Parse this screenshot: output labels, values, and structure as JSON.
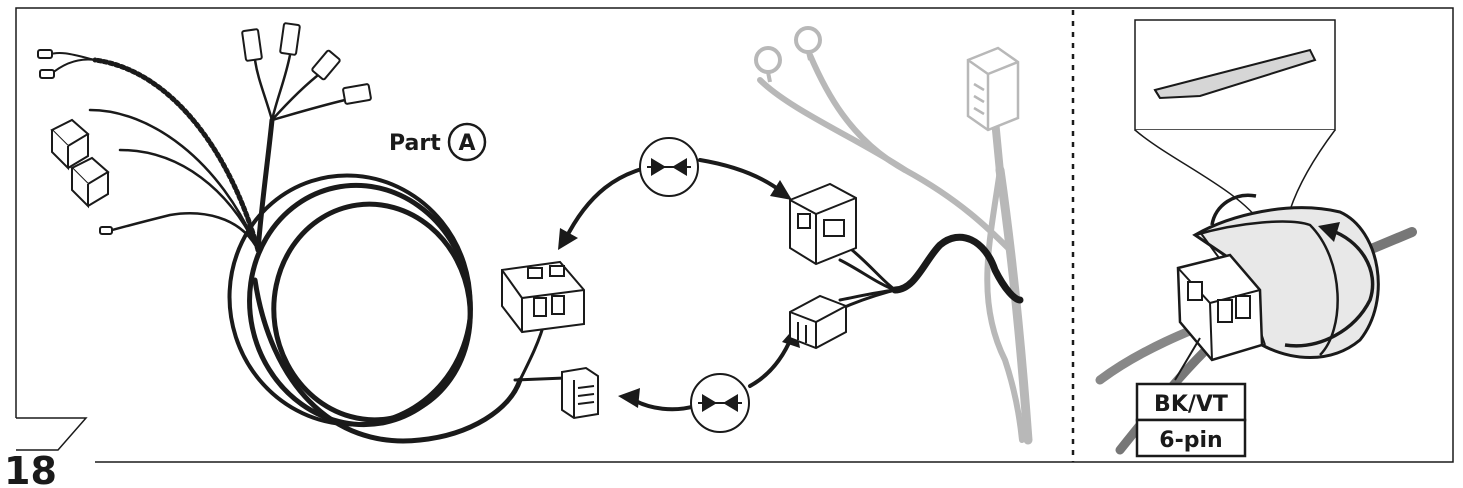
{
  "step_number": "18",
  "part_label": {
    "text": "Part",
    "letter": "A"
  },
  "connector_label": {
    "color_code": "BK/VT",
    "pin_count": "6-pin"
  },
  "icons": [
    "connect-icon",
    "connect-icon",
    "tape-wrap-icon",
    "ring-terminal-icon"
  ],
  "colors": {
    "line": "#1a1a1a",
    "existing_harness": "#b8b8b8",
    "tape": "#d6d6d6",
    "background": "#ffffff"
  }
}
